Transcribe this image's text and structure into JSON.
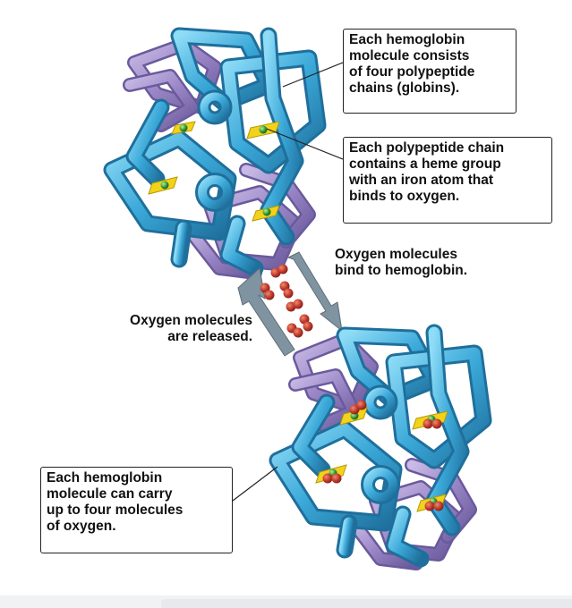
{
  "callouts": {
    "globins": [
      "Each hemoglobin",
      "molecule consists",
      "of four polypeptide",
      "chains (globins)."
    ],
    "heme": [
      "Each polypeptide chain",
      "contains a heme group",
      "with an iron atom that",
      "binds to oxygen."
    ],
    "carry": [
      "Each hemoglobin",
      "molecule can carry",
      "up to four molecules",
      "of oxygen."
    ]
  },
  "labels": {
    "bind": [
      "Oxygen molecules",
      "bind to hemoglobin."
    ],
    "released": [
      "Oxygen molecules",
      "are released."
    ]
  },
  "colors": {
    "alpha_globin": "#3aa8d8",
    "beta_globin": "#9a86c6",
    "heme": "#f2d21b",
    "iron": "#2e9a3a",
    "oxygen": "#c0392b",
    "arrow": "#7f93a0"
  }
}
